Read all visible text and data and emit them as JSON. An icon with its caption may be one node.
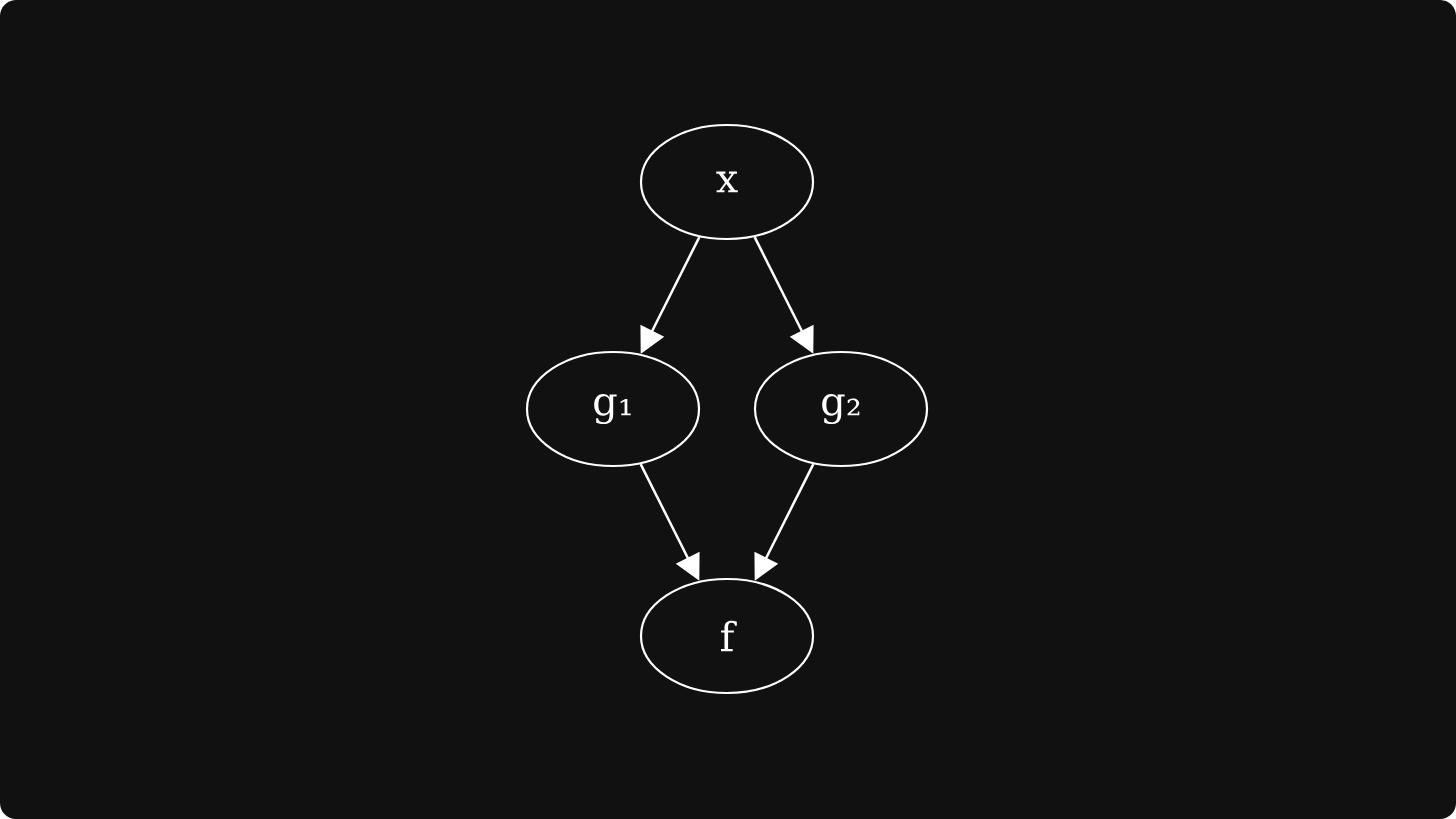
{
  "diagram": {
    "nodes": [
      {
        "text": [
          "x"
        ]
      },
      {
        "text": [
          "g₁"
        ]
      },
      {
        "text": [
          "g₂"
        ]
      },
      {
        "text": [
          "f"
        ]
      }
    ],
    "edges": [
      {
        "from": 0,
        "to": 1,
        "arrow": "to"
      },
      {
        "from": 0,
        "to": 2,
        "arrow": "to"
      },
      {
        "from": 1,
        "to": 3,
        "arrow": "to"
      },
      {
        "from": 2,
        "to": 3,
        "arrow": "to"
      }
    ]
  }
}
